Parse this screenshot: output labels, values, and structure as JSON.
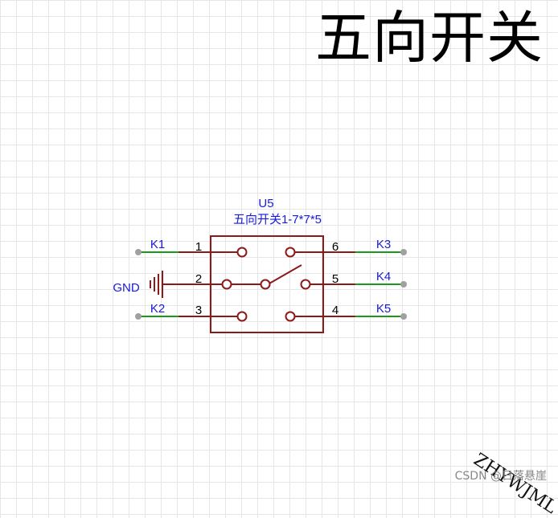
{
  "title": "五向开关",
  "component": {
    "designator": "U5",
    "value": "五向开关1-7*7*5"
  },
  "pins": {
    "p1": "1",
    "p2": "2",
    "p3": "3",
    "p4": "4",
    "p5": "5",
    "p6": "6"
  },
  "nets": {
    "k1": "K1",
    "k2": "K2",
    "k3": "K3",
    "k4": "K4",
    "k5": "K5",
    "gnd": "GND"
  },
  "watermark": "ZHYWJML",
  "source_mark": "CSDN @日落悬崖",
  "colors": {
    "wire": "#8b1a1a",
    "net": "#1a9a1a",
    "label": "#1a1adc",
    "endpoint": "#a0a0a0"
  }
}
